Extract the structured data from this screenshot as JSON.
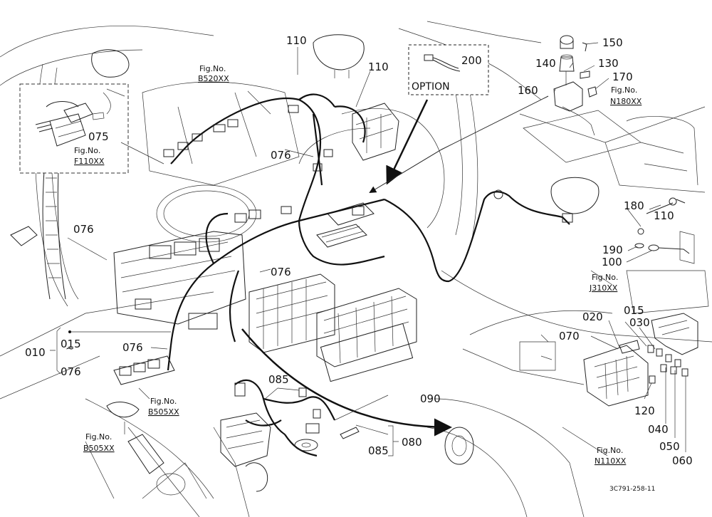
{
  "diagram": {
    "code": "3C791-258-11",
    "option_label": "OPTION",
    "tilde": "~",
    "parts": {
      "p110a": "110",
      "p110b": "110",
      "p110c": "110",
      "p200": "200",
      "p150": "150",
      "p140": "140",
      "p130": "130",
      "p170": "170",
      "p160": "160",
      "p075": "075",
      "p076a": "076",
      "p076b": "076",
      "p076c": "076",
      "p076d": "076",
      "p076e": "076",
      "p180": "180",
      "p190": "190",
      "p100": "100",
      "p010": "010",
      "p015a": "015",
      "p015b": "015",
      "p020": "020",
      "p030": "030",
      "p070": "070",
      "p085a": "085",
      "p085b": "085",
      "p080": "080",
      "p090": "090",
      "p120": "120",
      "p040": "040",
      "p050": "050",
      "p060": "060"
    },
    "figs": {
      "b520": {
        "l1": "Fig.No.",
        "l2": "B520XX"
      },
      "n180": {
        "l1": "Fig.No.",
        "l2": "N180XX"
      },
      "f110": {
        "l1": "Fig.No.",
        "l2": "F110XX"
      },
      "j310": {
        "l1": "Fig.No.",
        "l2": "J310XX"
      },
      "b505a": {
        "l1": "Fig.No.",
        "l2": "B505XX"
      },
      "b505b": {
        "l1": "Fig.No.",
        "l2": "B505XX"
      },
      "n110": {
        "l1": "Fig.No.",
        "l2": "N110XX"
      }
    }
  }
}
